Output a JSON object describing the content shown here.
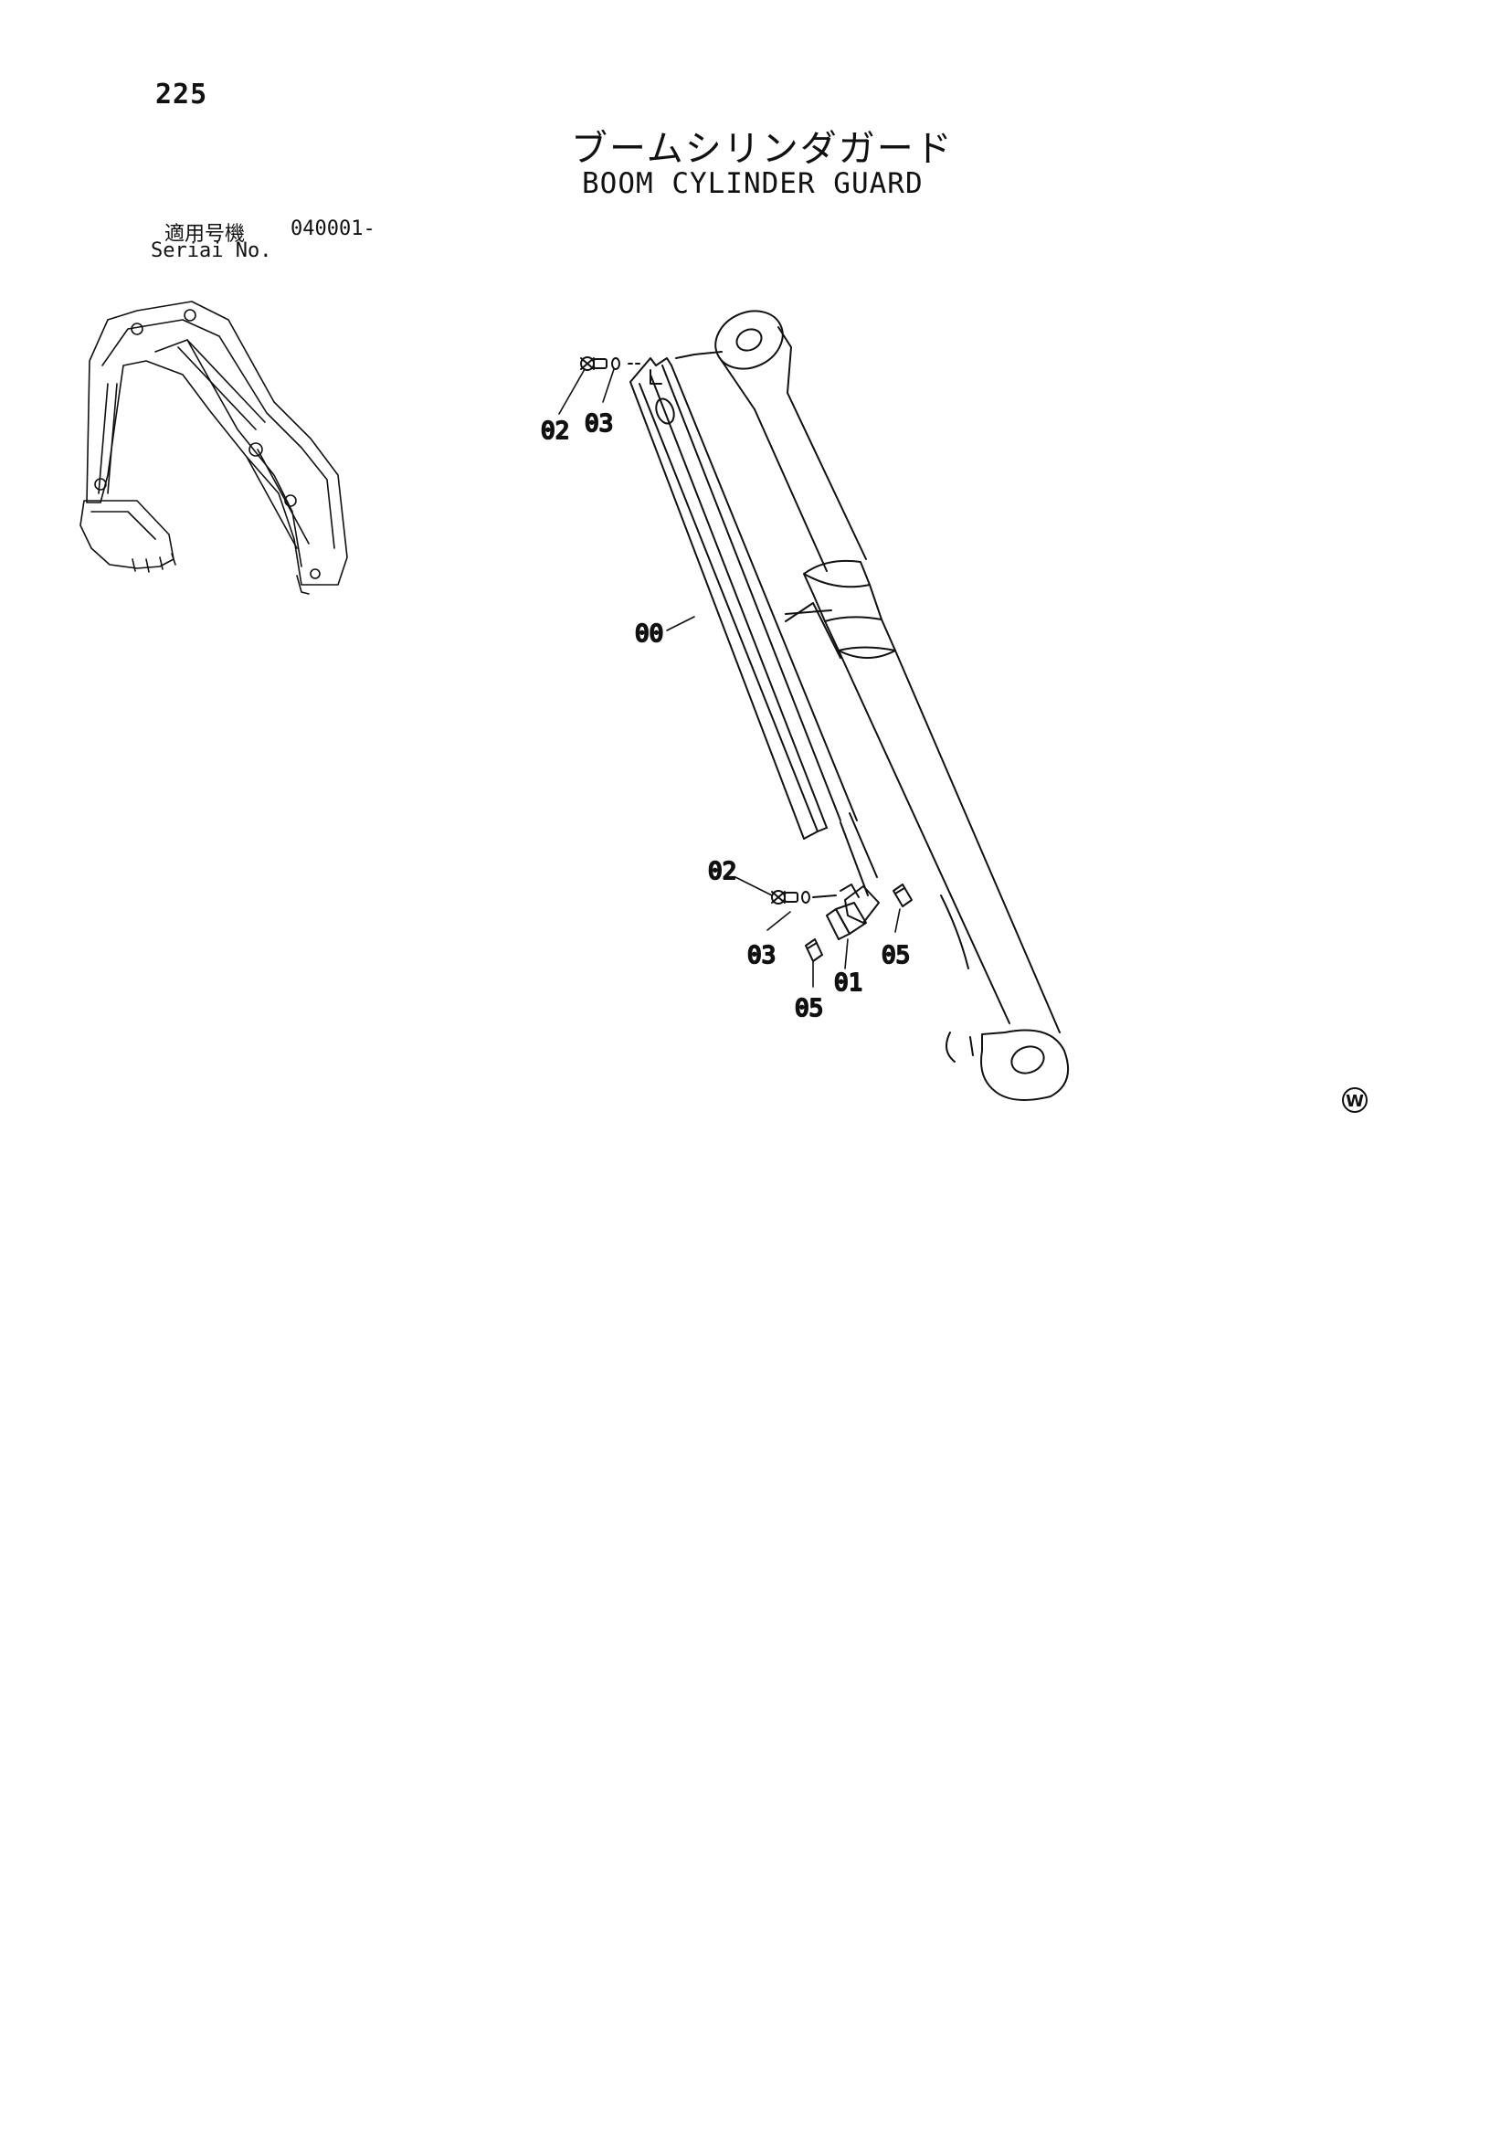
{
  "page": {
    "number": "225",
    "title_ja": "ブームシリンダガード",
    "title_en": "BOOM CYLINDER GUARD",
    "serial_label_ja": "適用号機",
    "serial_value": "040001-",
    "serial_label_en": "Seriai No."
  },
  "callouts": {
    "top_bolt": "02",
    "top_washer": "03",
    "guard": "00",
    "lower_bolt": "02",
    "lower_washer": "03",
    "bracket": "01",
    "spacer_right": "05",
    "spacer_left": "05"
  },
  "mark": "W"
}
